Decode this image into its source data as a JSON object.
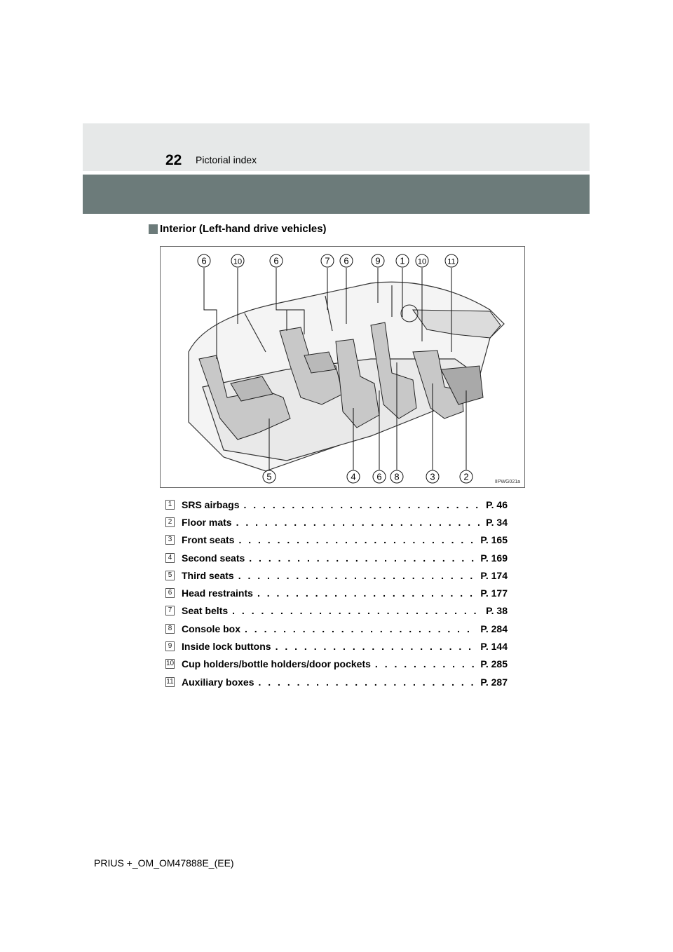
{
  "header": {
    "page_number": "22",
    "section": "Pictorial index"
  },
  "section_title": "Interior (Left-hand drive vehicles)",
  "figure": {
    "code": "IIPWG021a",
    "callouts_top": [
      "6",
      "10",
      "6",
      "7",
      "6",
      "9",
      "1",
      "10",
      "11"
    ],
    "callouts_bottom": [
      "5",
      "4",
      "6",
      "8",
      "3",
      "2"
    ]
  },
  "items": [
    {
      "num": "1",
      "label": "SRS airbags",
      "page": "P. 46"
    },
    {
      "num": "2",
      "label": "Floor mats",
      "page": "P. 34"
    },
    {
      "num": "3",
      "label": "Front seats",
      "page": "P. 165"
    },
    {
      "num": "4",
      "label": "Second seats",
      "page": "P. 169"
    },
    {
      "num": "5",
      "label": "Third seats",
      "page": "P. 174"
    },
    {
      "num": "6",
      "label": "Head restraints",
      "page": "P. 177"
    },
    {
      "num": "7",
      "label": "Seat belts",
      "page": "P. 38"
    },
    {
      "num": "8",
      "label": "Console box",
      "page": "P. 284"
    },
    {
      "num": "9",
      "label": "Inside lock buttons",
      "page": "P. 144"
    },
    {
      "num": "10",
      "label": "Cup holders/bottle holders/door pockets",
      "page": "P. 285"
    },
    {
      "num": "11",
      "label": "Auxiliary boxes",
      "page": "P. 287"
    }
  ],
  "footer": "PRIUS +_OM_OM47888E_(EE)"
}
